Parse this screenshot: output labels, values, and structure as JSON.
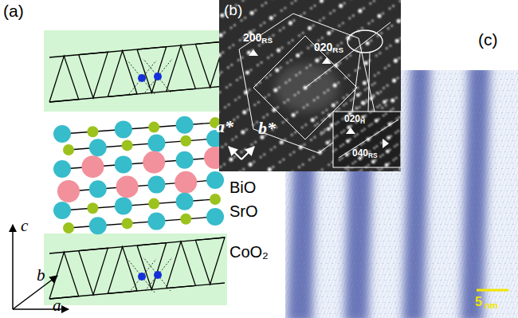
{
  "diagram": {
    "labels": [
      "(a)",
      "(b)",
      "(c)",
      "200RS",
      "020RS",
      "020H",
      "040RS",
      "a*",
      "b*",
      "BiO",
      "SrO",
      "CoO₂",
      "c",
      "b",
      "a",
      "5 nm"
    ]
  }
}
